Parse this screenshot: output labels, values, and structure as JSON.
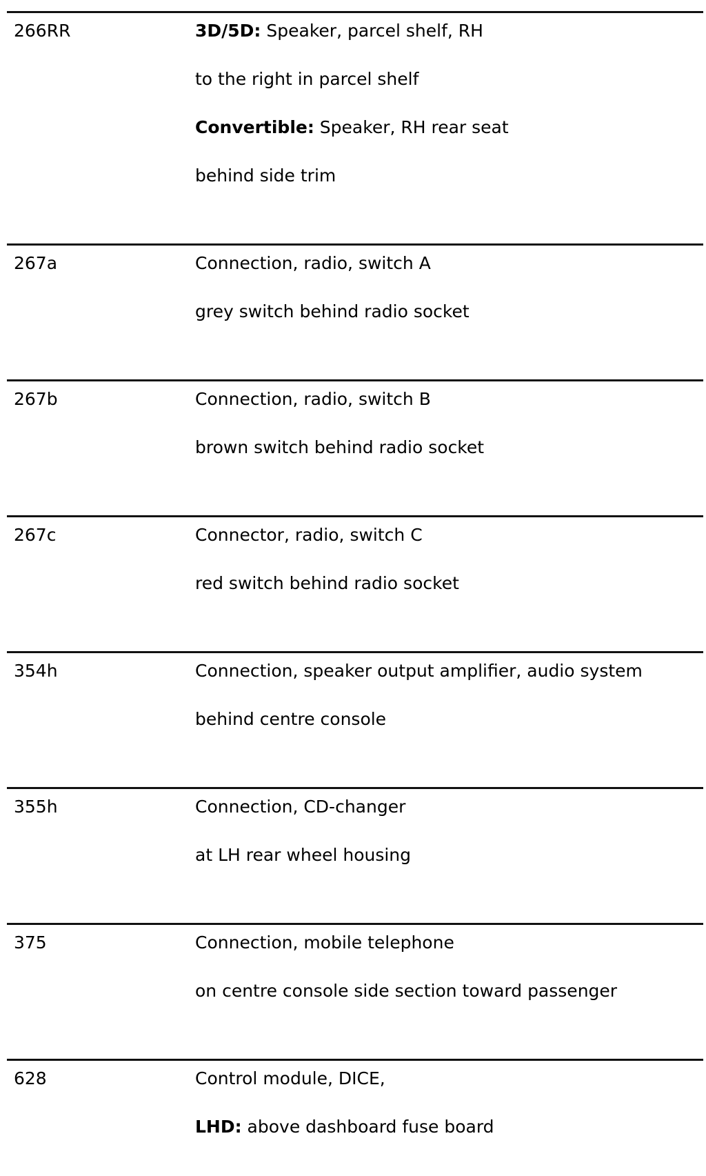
{
  "rows": [
    {
      "code": "266RR",
      "lines": [
        {
          "bold": "3D/5D:",
          "text": " Speaker, parcel shelf, RH"
        },
        {
          "bold": "",
          "text": "to the right in parcel shelf"
        },
        {
          "bold": "Convertible:",
          "text": " Speaker, RH rear seat"
        },
        {
          "bold": "",
          "text": "behind side trim"
        }
      ]
    },
    {
      "code": "267a",
      "lines": [
        {
          "bold": "",
          "text": "Connection, radio, switch A"
        },
        {
          "bold": "",
          "text": "grey switch behind radio socket"
        }
      ]
    },
    {
      "code": "267b",
      "lines": [
        {
          "bold": "",
          "text": "Connection, radio, switch B"
        },
        {
          "bold": "",
          "text": "brown switch behind radio socket"
        }
      ]
    },
    {
      "code": "267c",
      "lines": [
        {
          "bold": "",
          "text": "Connector, radio, switch C"
        },
        {
          "bold": "",
          "text": "red switch behind radio socket"
        }
      ]
    },
    {
      "code": "354h",
      "lines": [
        {
          "bold": "",
          "text": "Connection, speaker output amplifier, audio system"
        },
        {
          "bold": "",
          "text": "behind centre console"
        }
      ]
    },
    {
      "code": "355h",
      "lines": [
        {
          "bold": "",
          "text": "Connection, CD-changer"
        },
        {
          "bold": "",
          "text": "at LH rear wheel housing"
        }
      ]
    },
    {
      "code": "375",
      "lines": [
        {
          "bold": "",
          "text": "Connection, mobile telephone"
        },
        {
          "bold": "",
          "text": "on centre console side section toward passenger"
        }
      ]
    },
    {
      "code": "628",
      "lines": [
        {
          "bold": "",
          "text": "Control module, DICE,"
        },
        {
          "bold": "LHD:",
          "text": " above dashboard fuse board"
        }
      ]
    }
  ]
}
